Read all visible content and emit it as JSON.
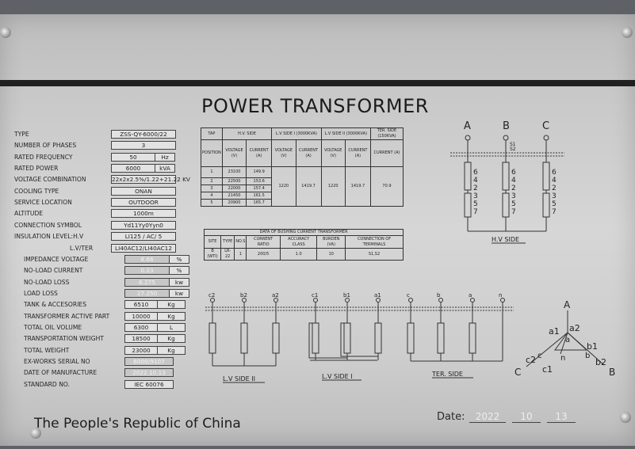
{
  "title": "POWER TRANSFORMER",
  "specs": [
    {
      "label": "TYPE",
      "value": "ZSS-QY-6000/22",
      "unit": ""
    },
    {
      "label": "NUMBER OF PHASES",
      "value": "3",
      "unit": ""
    },
    {
      "label": "RATED FREQUENCY",
      "value": "50",
      "unit": "Hz"
    },
    {
      "label": "RATED POWER",
      "value": "6000",
      "unit": "kVA"
    },
    {
      "label": "VOLTAGE COMBINATION",
      "value": "22x2x2.5%/1.22+21.22 KV",
      "unit": ""
    },
    {
      "label": "COOLING TYPE",
      "value": "ONAN",
      "unit": ""
    },
    {
      "label": "SERVICE LOCATION",
      "value": "OUTDOOR",
      "unit": ""
    },
    {
      "label": "ALTITUDE",
      "value": "1000m",
      "unit": ""
    },
    {
      "label": "CONNECTION SYMBOL",
      "value": "Yd11Yy0Yyn0",
      "unit": ""
    },
    {
      "label": "INSULATION LEVEL:H.V",
      "value": "LI125 / AC/ 5",
      "unit": ""
    },
    {
      "label": "L.V/TER",
      "value": "LI40AC12/LI40AC12",
      "unit": ""
    },
    {
      "label": "IMPEDANCE VOLTAGE",
      "value": "8.66",
      "unit": "%"
    },
    {
      "label": "NO-LOAD CURRENT",
      "value": "0.23",
      "unit": "%"
    },
    {
      "label": "NO-LOAD LOSS",
      "value": "6.275",
      "unit": "kw"
    },
    {
      "label": "LOAD LOSS",
      "value": "27.250",
      "unit": "kw"
    },
    {
      "label": "TANK & ACCESORIES",
      "value": "6510",
      "unit": "Kg"
    },
    {
      "label": "TRANSFORMER ACTIVE PART",
      "value": "10000",
      "unit": "Kg"
    },
    {
      "label": "TOTAL OIL VOLUME",
      "value": "6300",
      "unit": "L"
    },
    {
      "label": "TRANSPORTATION WEIGHT",
      "value": "18500",
      "unit": "Kg"
    },
    {
      "label": "TOTAL WEIGHT",
      "value": "23000",
      "unit": "Kg"
    },
    {
      "label": "EX-WORKS SERIAL NO",
      "value": "6000/9107",
      "unit": ""
    },
    {
      "label": "DATE OF MANUFACTURE",
      "value": "2022.10.13",
      "unit": ""
    },
    {
      "label": "STANDARD No.",
      "value": "IEC 60076",
      "unit": ""
    }
  ],
  "tap_table": {
    "group_headers": [
      "TAP",
      "H.V. SIDE",
      "L.V SIDE I (3000KVA)",
      "L.V SIDE II (3000KVA)",
      "TER. SIDE (150KVA)"
    ],
    "sub_headers": [
      "POSITION",
      "VOLTAGE (V)",
      "CURRENT (A)",
      "VOLTAGE (V)",
      "CURRENT (A)",
      "VOLTAGE (V)",
      "CURRENT (A)",
      "CURRENT (A)"
    ],
    "rows": [
      [
        "1",
        "23100",
        "149.9"
      ],
      [
        "2",
        "22500",
        "153.6"
      ],
      [
        "3",
        "22000",
        "157.4"
      ],
      [
        "4",
        "21450",
        "161.5"
      ],
      [
        "5",
        "20900",
        "165.7"
      ]
    ],
    "lv1_voltage": "1220",
    "lv1_current": "1419.7",
    "lv2_voltage": "1220",
    "lv2_current": "1419.7",
    "ter_current": "70.9"
  },
  "bushing_table": {
    "title": "DATA OF BUSHING CURRENT TRANSFORMER",
    "headers": [
      "SITE",
      "TYPE",
      "NO.S",
      "CURRENT RATIO",
      "ACCURACY CLASS",
      "BURDEN (VA)",
      "CONNECTION OF TERMINALS"
    ],
    "row": [
      "B (WTI)",
      "LR-22",
      "1",
      "200/5",
      "1.0",
      "10",
      "S1,S2"
    ]
  },
  "hv_diagram": {
    "phases": [
      "A",
      "B",
      "C"
    ],
    "taps": [
      "6",
      "4",
      "2",
      "3",
      "5",
      "7"
    ],
    "ct_labels": [
      "S1",
      "S2"
    ],
    "label": "H.V SIDE"
  },
  "lv_diagram": {
    "terminals": [
      "c2",
      "b2",
      "a2",
      "c1",
      "b1",
      "a1",
      "c",
      "b",
      "a",
      "n"
    ],
    "labels": [
      "L.V SIDE II",
      "L.V SIDE I",
      "TER. SIDE"
    ]
  },
  "vector": {
    "letters": [
      "A",
      "B",
      "C",
      "a1",
      "a2",
      "b1",
      "b2",
      "c1",
      "c2",
      "a",
      "n",
      "b",
      "c"
    ]
  },
  "footer": {
    "origin": "The People's Republic of China",
    "date_label": "Date:",
    "date_year": "2022",
    "date_month": "10",
    "date_day": "13"
  }
}
